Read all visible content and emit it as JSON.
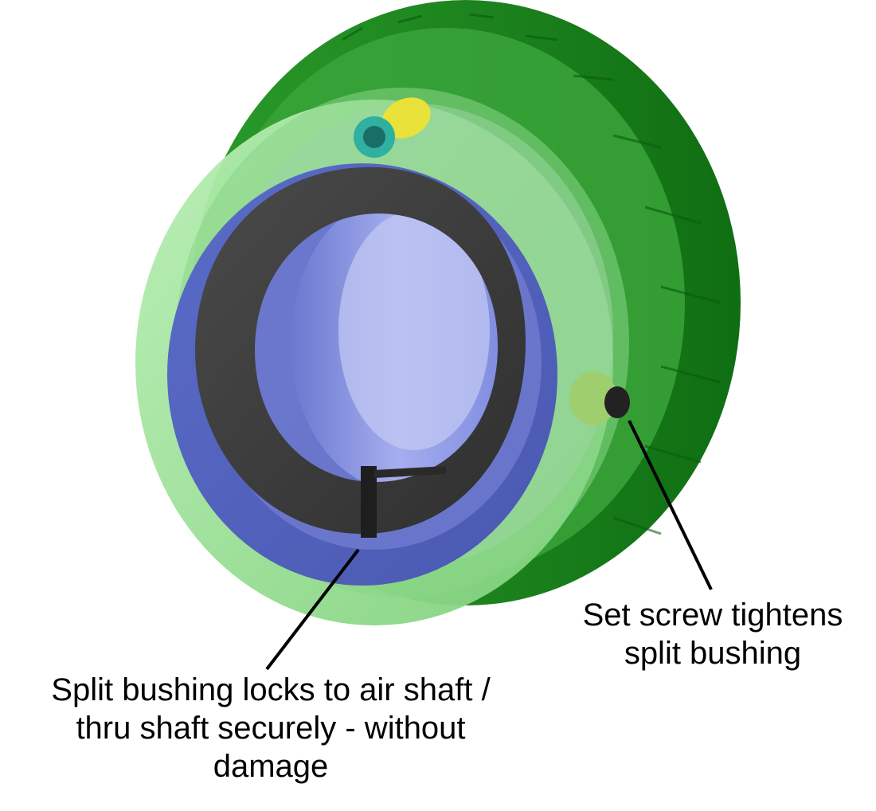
{
  "callouts": {
    "set_screw": [
      "Set screw tightens",
      "split bushing"
    ],
    "split_bushing": [
      "Split bushing locks to air shaft /",
      "thru shaft securely - without",
      "damage"
    ]
  },
  "colors": {
    "green_outer": "#9ee39a",
    "green_dark": "#1f8c1f",
    "green_ridge": "#2fa52f",
    "blue_ring": "#5f6fc4",
    "blue_bore": "#8d97e2",
    "bushing": "#3a3a3a",
    "screw_yellow": "#e8e23a",
    "screw_teal": "#2fb0a0",
    "leader": "#000000"
  }
}
